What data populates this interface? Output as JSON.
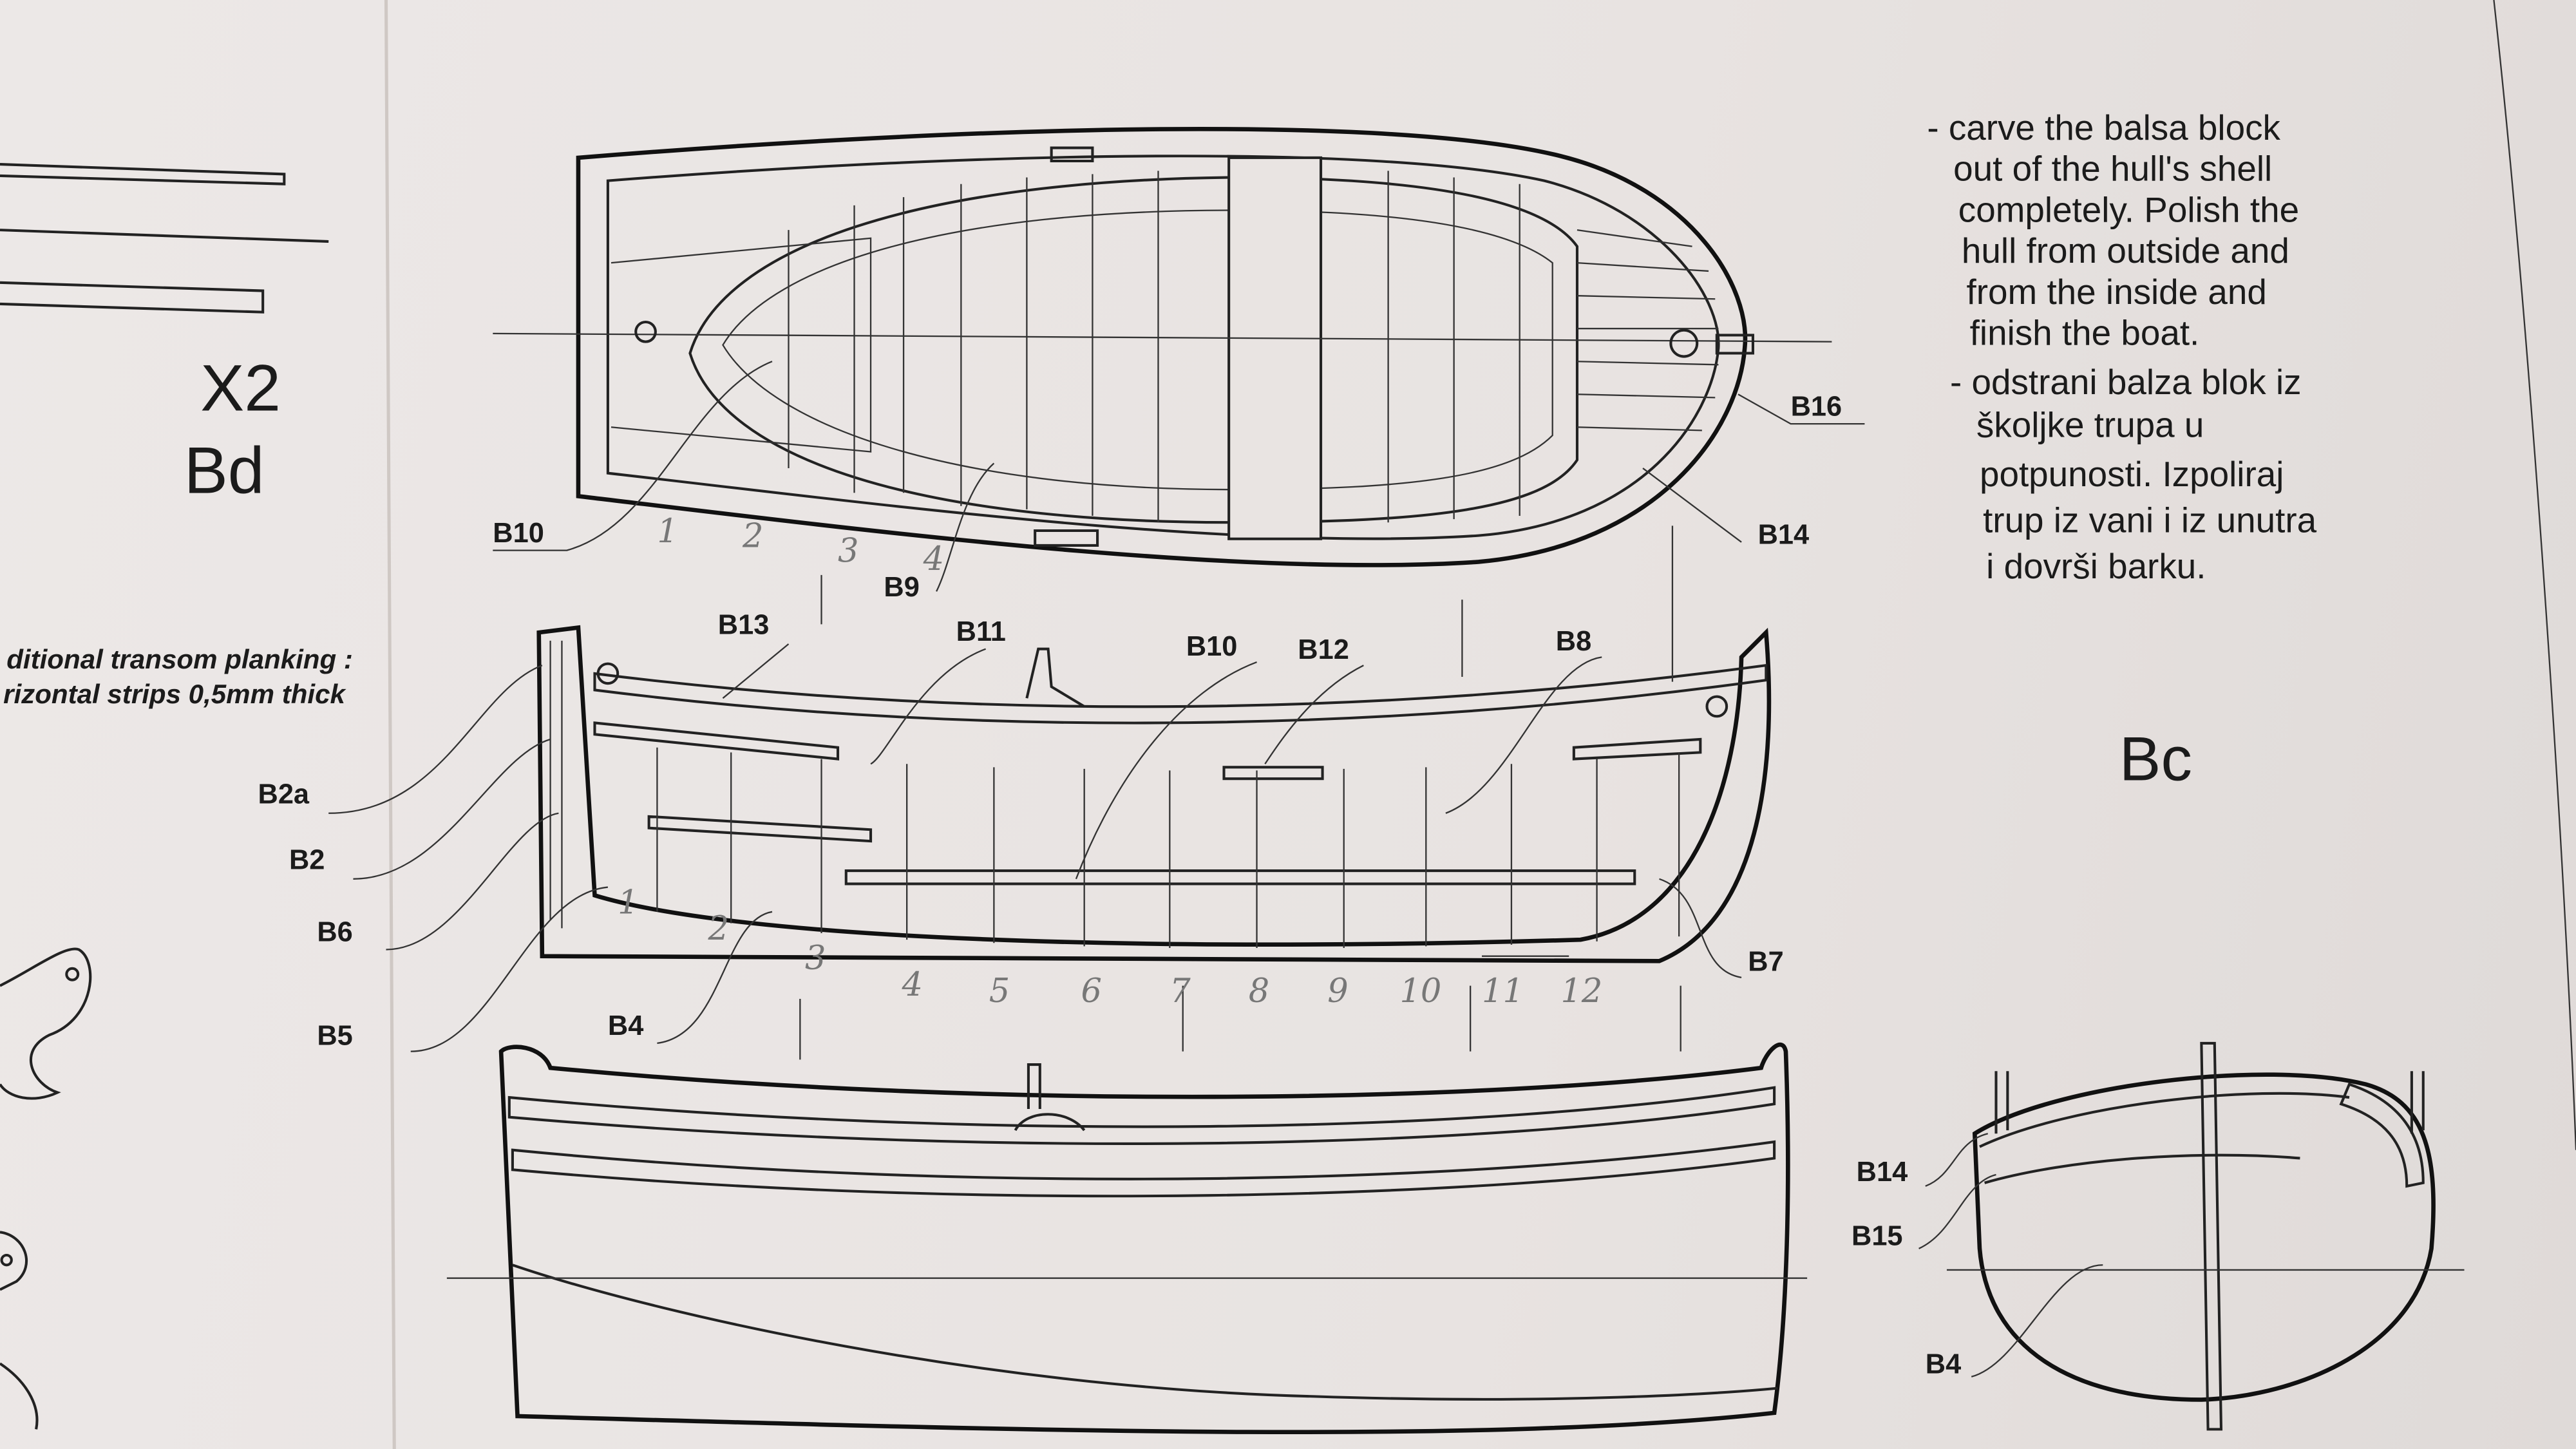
{
  "left_labels": {
    "x2": "X2",
    "bd": "Bd"
  },
  "side_note": [
    "ditional transom planking  :",
    "rizontal strips 0,5mm thick"
  ],
  "instructions": [
    "- carve the balsa block",
    "out of the hull's shell",
    "completely. Polish the",
    "hull from outside and",
    "from the inside and",
    "finish the boat.",
    "- odstrani balza blok iz",
    "školjke trupa u",
    "potpunosti. Izpoliraj",
    "trup iz vani i iz unutra",
    "i dovrši barku."
  ],
  "section_title": "Bc",
  "top_view_labels": {
    "b10": "B10",
    "b9": "B9",
    "b16": "B16",
    "b14": "B14"
  },
  "top_view_numbers": [
    "1",
    "2",
    "3",
    "4"
  ],
  "side_view_labels": {
    "b13": "B13",
    "b11": "B11",
    "b10": "B10",
    "b12": "B12",
    "b8": "B8",
    "b2a": "B2a",
    "b2": "B2",
    "b6": "B6",
    "b5": "B5",
    "b4": "B4",
    "b7": "B7"
  },
  "side_view_numbers": [
    "1",
    "2",
    "3",
    "4",
    "5",
    "6",
    "7",
    "8",
    "9",
    "10",
    "11",
    "12"
  ],
  "section_labels": {
    "b14": "B14",
    "b15": "B15",
    "b4": "B4"
  }
}
